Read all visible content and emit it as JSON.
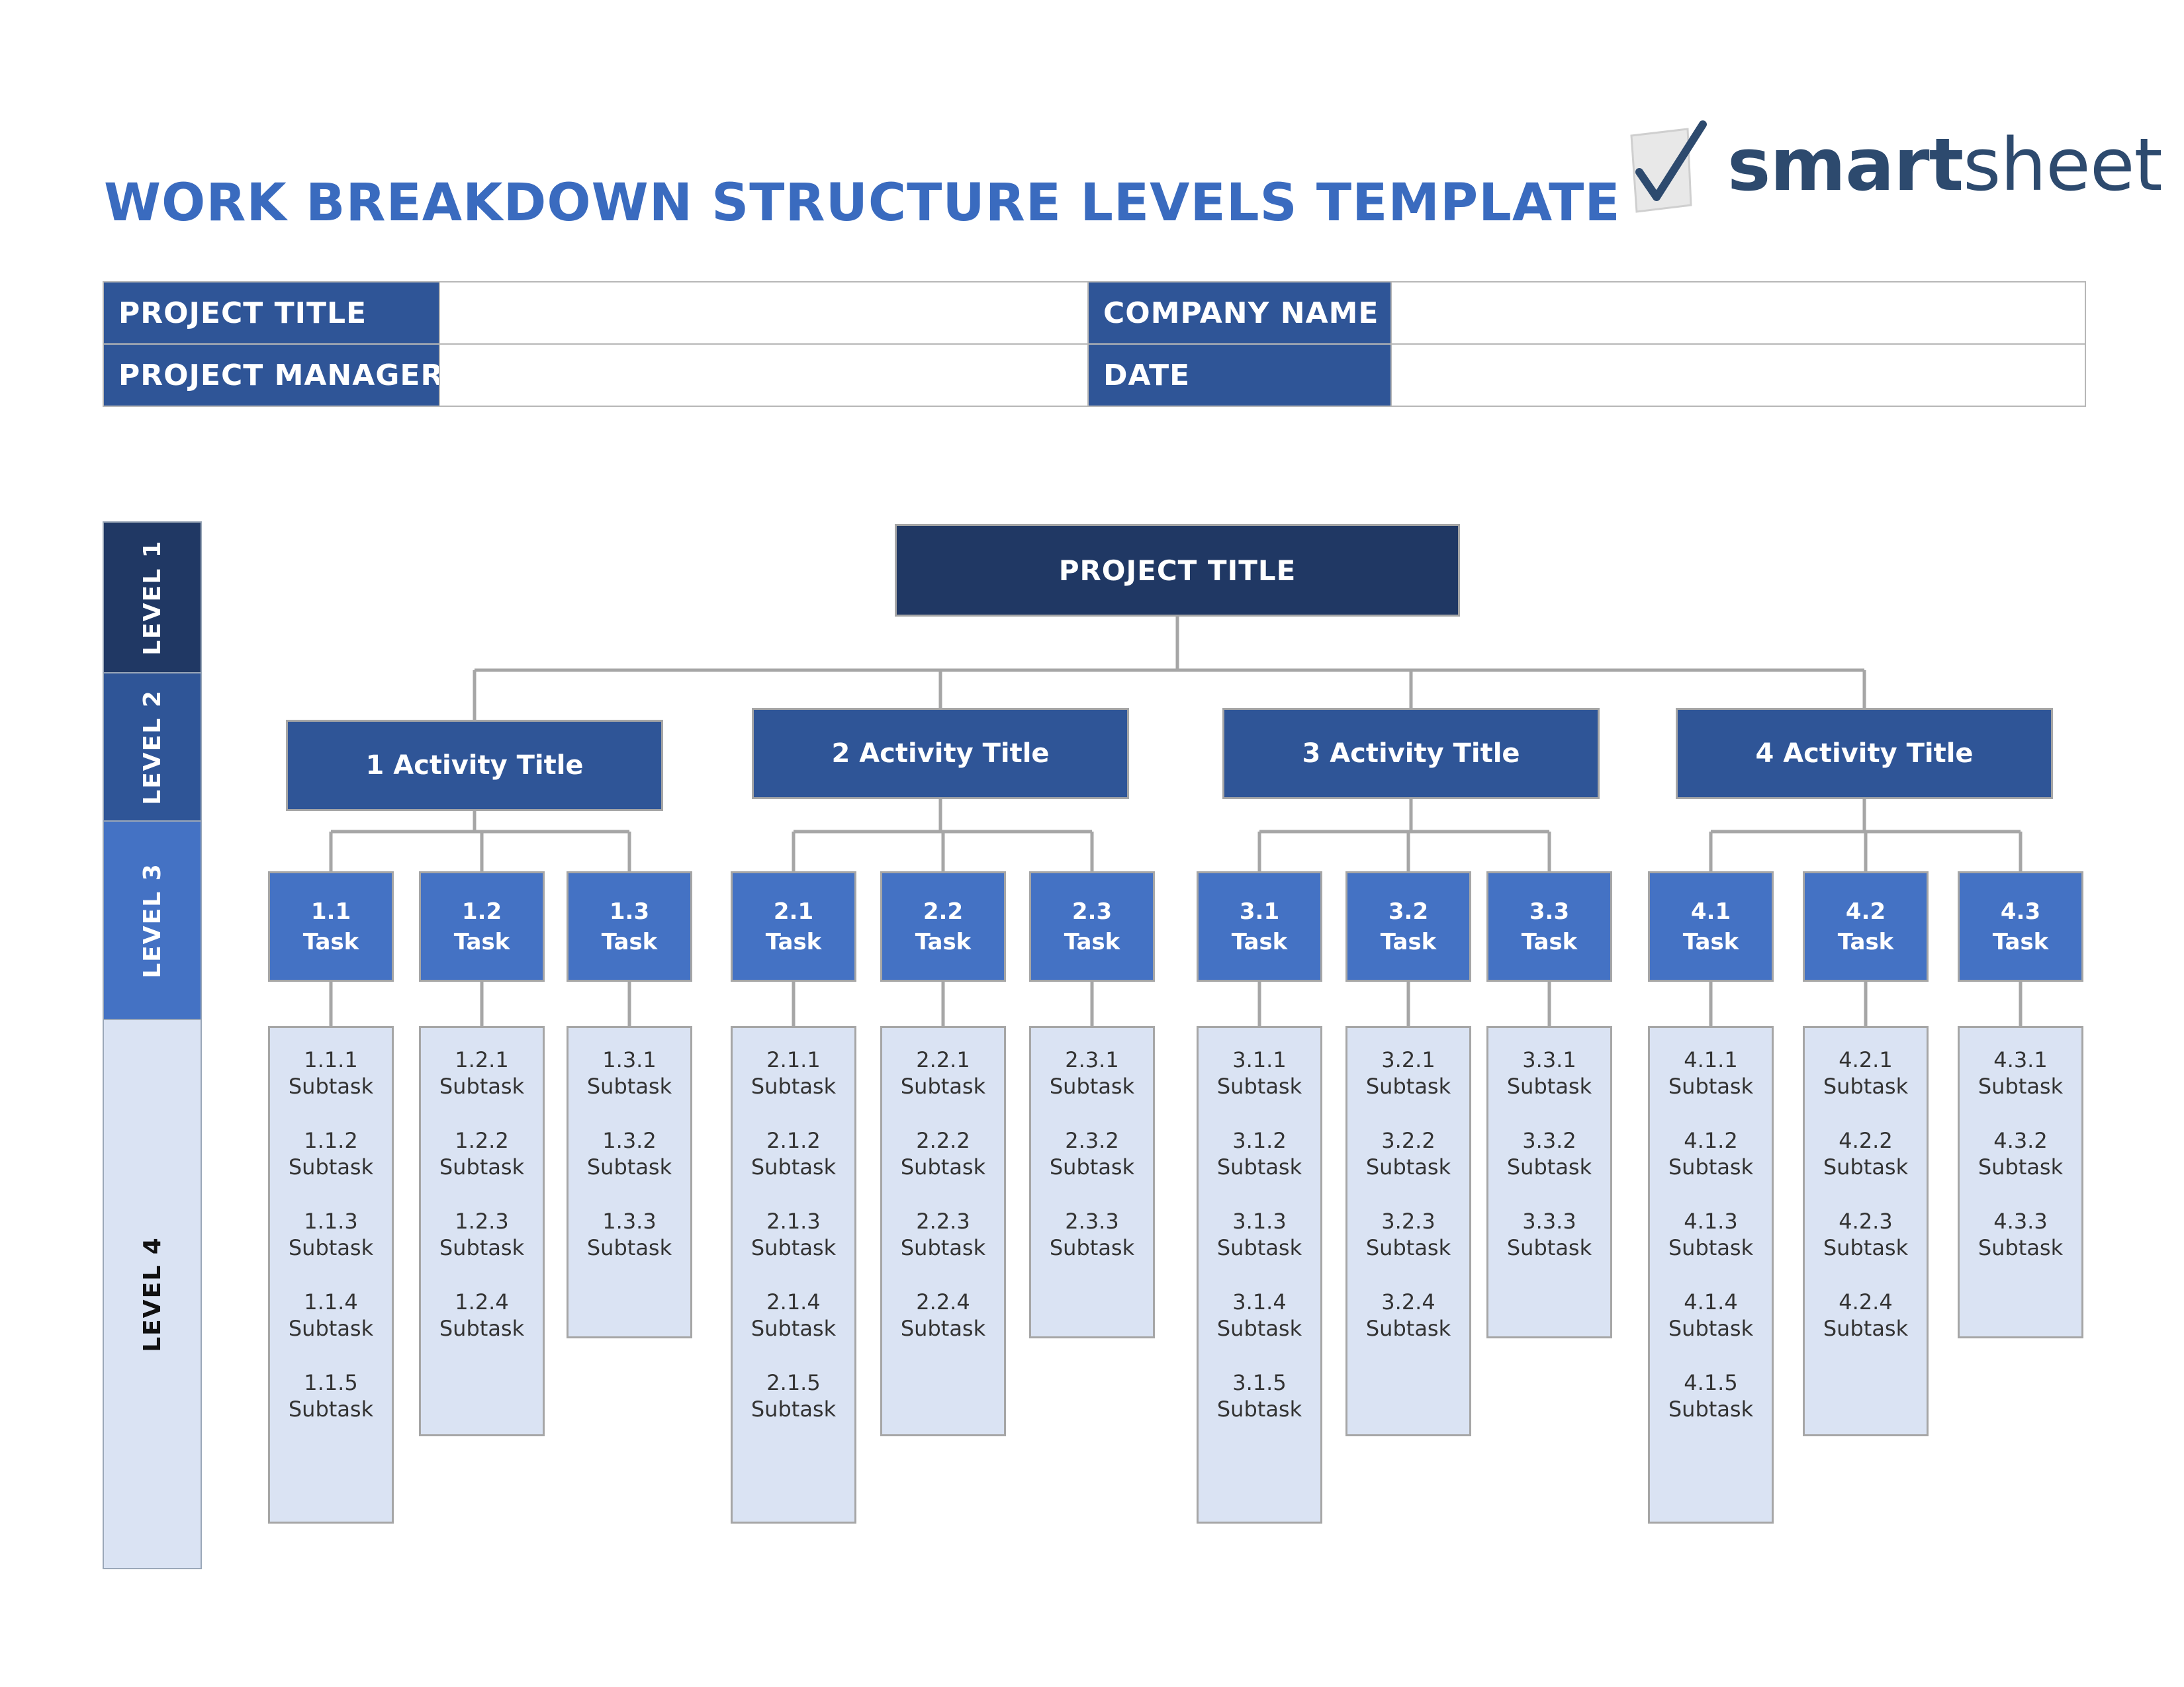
{
  "header": {
    "title": "WORK BREAKDOWN STRUCTURE LEVELS TEMPLATE",
    "logo_text_bold": "smart",
    "logo_text_light": "sheet",
    "logo_icon": "checkmark-icon"
  },
  "info": {
    "project_title_label": "PROJECT TITLE",
    "project_title_value": "",
    "company_name_label": "COMPANY NAME",
    "company_name_value": "",
    "project_manager_label": "PROJECT MANAGER",
    "project_manager_value": "",
    "date_label": "DATE",
    "date_value": ""
  },
  "levels": [
    "LEVEL 1",
    "LEVEL 2",
    "LEVEL 3",
    "LEVEL 4"
  ],
  "colors": {
    "level1": "#203864",
    "level2": "#2f5597",
    "level3": "#4472c4",
    "level4": "#dae3f3",
    "title": "#3a6bbf"
  },
  "root": {
    "label": "PROJECT TITLE"
  },
  "activities": [
    {
      "label": "1 Activity Title",
      "tasks": [
        {
          "num": "1.1",
          "label": "Task",
          "subtasks": [
            {
              "num": "1.1.1",
              "label": "Subtask"
            },
            {
              "num": "1.1.2",
              "label": "Subtask"
            },
            {
              "num": "1.1.3",
              "label": "Subtask"
            },
            {
              "num": "1.1.4",
              "label": "Subtask"
            },
            {
              "num": "1.1.5",
              "label": "Subtask"
            }
          ]
        },
        {
          "num": "1.2",
          "label": "Task",
          "subtasks": [
            {
              "num": "1.2.1",
              "label": "Subtask"
            },
            {
              "num": "1.2.2",
              "label": "Subtask"
            },
            {
              "num": "1.2.3",
              "label": "Subtask"
            },
            {
              "num": "1.2.4",
              "label": "Subtask"
            }
          ]
        },
        {
          "num": "1.3",
          "label": "Task",
          "subtasks": [
            {
              "num": "1.3.1",
              "label": "Subtask"
            },
            {
              "num": "1.3.2",
              "label": "Subtask"
            },
            {
              "num": "1.3.3",
              "label": "Subtask"
            }
          ]
        }
      ]
    },
    {
      "label": "2 Activity Title",
      "tasks": [
        {
          "num": "2.1",
          "label": "Task",
          "subtasks": [
            {
              "num": "2.1.1",
              "label": "Subtask"
            },
            {
              "num": "2.1.2",
              "label": "Subtask"
            },
            {
              "num": "2.1.3",
              "label": "Subtask"
            },
            {
              "num": "2.1.4",
              "label": "Subtask"
            },
            {
              "num": "2.1.5",
              "label": "Subtask"
            }
          ]
        },
        {
          "num": "2.2",
          "label": "Task",
          "subtasks": [
            {
              "num": "2.2.1",
              "label": "Subtask"
            },
            {
              "num": "2.2.2",
              "label": "Subtask"
            },
            {
              "num": "2.2.3",
              "label": "Subtask"
            },
            {
              "num": "2.2.4",
              "label": "Subtask"
            }
          ]
        },
        {
          "num": "2.3",
          "label": "Task",
          "subtasks": [
            {
              "num": "2.3.1",
              "label": "Subtask"
            },
            {
              "num": "2.3.2",
              "label": "Subtask"
            },
            {
              "num": "2.3.3",
              "label": "Subtask"
            }
          ]
        }
      ]
    },
    {
      "label": "3 Activity Title",
      "tasks": [
        {
          "num": "3.1",
          "label": "Task",
          "subtasks": [
            {
              "num": "3.1.1",
              "label": "Subtask"
            },
            {
              "num": "3.1.2",
              "label": "Subtask"
            },
            {
              "num": "3.1.3",
              "label": "Subtask"
            },
            {
              "num": "3.1.4",
              "label": "Subtask"
            },
            {
              "num": "3.1.5",
              "label": "Subtask"
            }
          ]
        },
        {
          "num": "3.2",
          "label": "Task",
          "subtasks": [
            {
              "num": "3.2.1",
              "label": "Subtask"
            },
            {
              "num": "3.2.2",
              "label": "Subtask"
            },
            {
              "num": "3.2.3",
              "label": "Subtask"
            },
            {
              "num": "3.2.4",
              "label": "Subtask"
            }
          ]
        },
        {
          "num": "3.3",
          "label": "Task",
          "subtasks": [
            {
              "num": "3.3.1",
              "label": "Subtask"
            },
            {
              "num": "3.3.2",
              "label": "Subtask"
            },
            {
              "num": "3.3.3",
              "label": "Subtask"
            }
          ]
        }
      ]
    },
    {
      "label": "4 Activity Title",
      "tasks": [
        {
          "num": "4.1",
          "label": "Task",
          "subtasks": [
            {
              "num": "4.1.1",
              "label": "Subtask"
            },
            {
              "num": "4.1.2",
              "label": "Subtask"
            },
            {
              "num": "4.1.3",
              "label": "Subtask"
            },
            {
              "num": "4.1.4",
              "label": "Subtask"
            },
            {
              "num": "4.1.5",
              "label": "Subtask"
            }
          ]
        },
        {
          "num": "4.2",
          "label": "Task",
          "subtasks": [
            {
              "num": "4.2.1",
              "label": "Subtask"
            },
            {
              "num": "4.2.2",
              "label": "Subtask"
            },
            {
              "num": "4.2.3",
              "label": "Subtask"
            },
            {
              "num": "4.2.4",
              "label": "Subtask"
            }
          ]
        },
        {
          "num": "4.3",
          "label": "Task",
          "subtasks": [
            {
              "num": "4.3.1",
              "label": "Subtask"
            },
            {
              "num": "4.3.2",
              "label": "Subtask"
            },
            {
              "num": "4.3.3",
              "label": "Subtask"
            }
          ]
        }
      ]
    }
  ]
}
